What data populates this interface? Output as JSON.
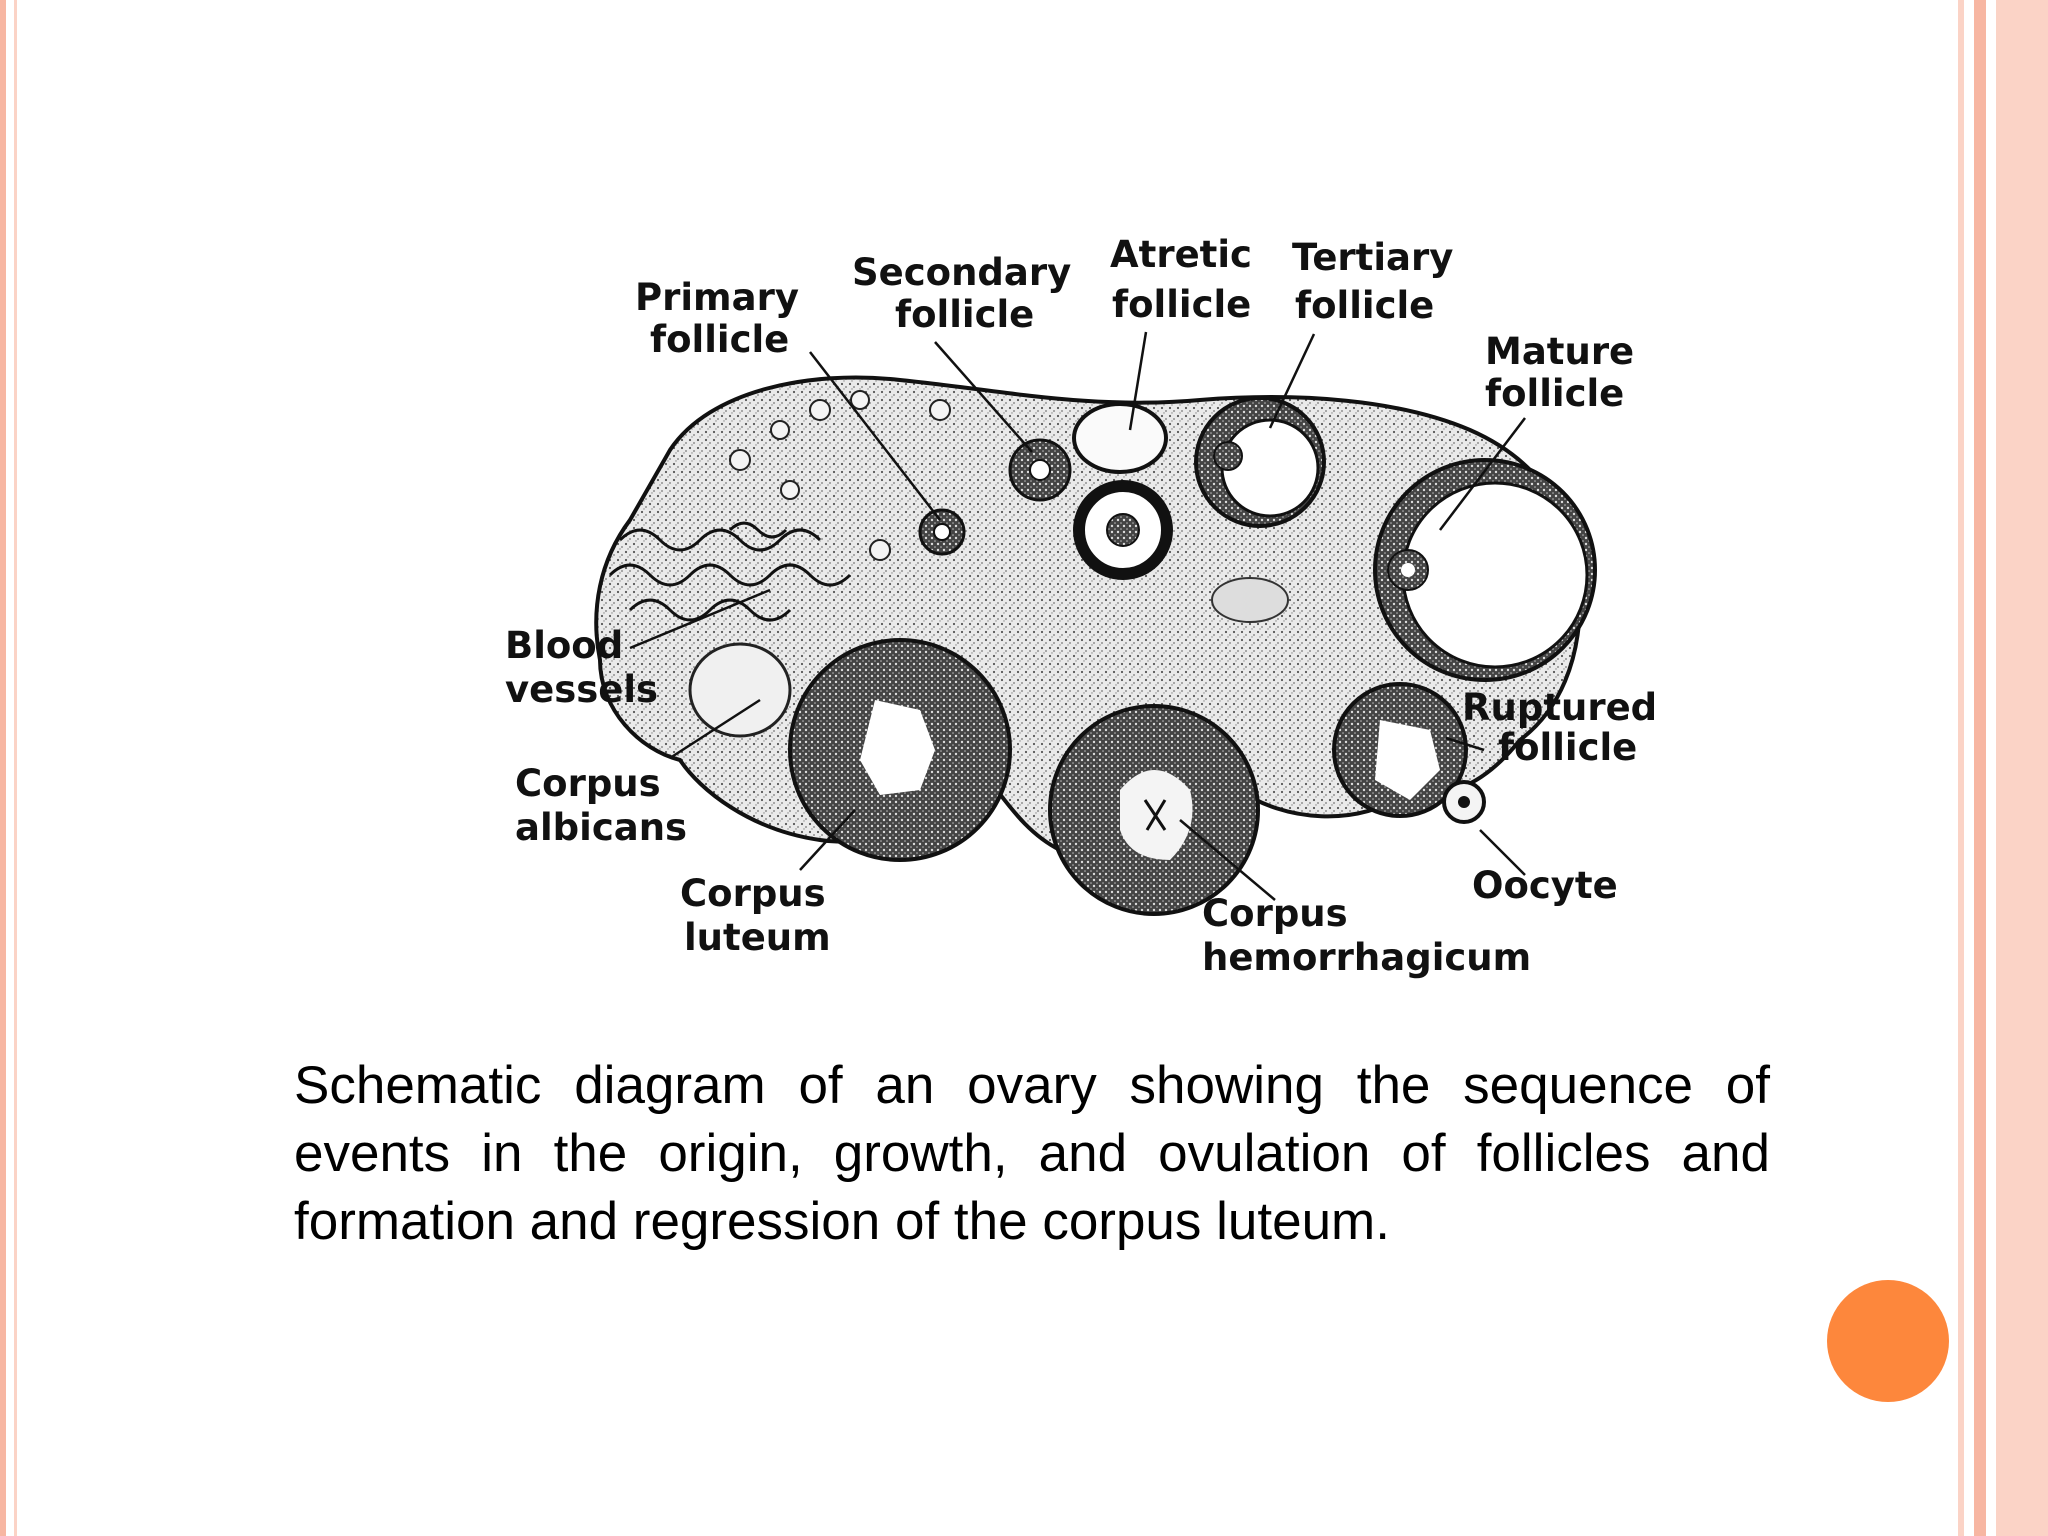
{
  "colors": {
    "border_salmon": "#f7b6a2",
    "border_light": "#fbd3c6",
    "accent_orange": "#fd873c",
    "tissue": "#d9d9d9",
    "ink": "#111111"
  },
  "diagram": {
    "labels": {
      "primary_follicle": [
        "Primary",
        "follicle"
      ],
      "secondary_follicle": [
        "Secondary",
        "follicle"
      ],
      "atretic_follicle": [
        "Atretic",
        "follicle"
      ],
      "tertiary_follicle": [
        "Tertiary",
        "follicle"
      ],
      "mature_follicle": [
        "Mature",
        "follicle"
      ],
      "blood_vessels": [
        "Blood",
        "vessels"
      ],
      "corpus_albicans": [
        "Corpus",
        "albicans"
      ],
      "ruptured_follicle": [
        "Ruptured",
        "follicle"
      ],
      "corpus_luteum": [
        "Corpus",
        "luteum"
      ],
      "oocyte": [
        "Oocyte"
      ],
      "corpus_hemorrhagicum": [
        "Corpus",
        "hemorrhagicum"
      ]
    }
  },
  "caption": "Schematic diagram of an ovary showing the sequence of events in the origin, growth, and ovulation of follicles and formation and regression of the corpus luteum."
}
